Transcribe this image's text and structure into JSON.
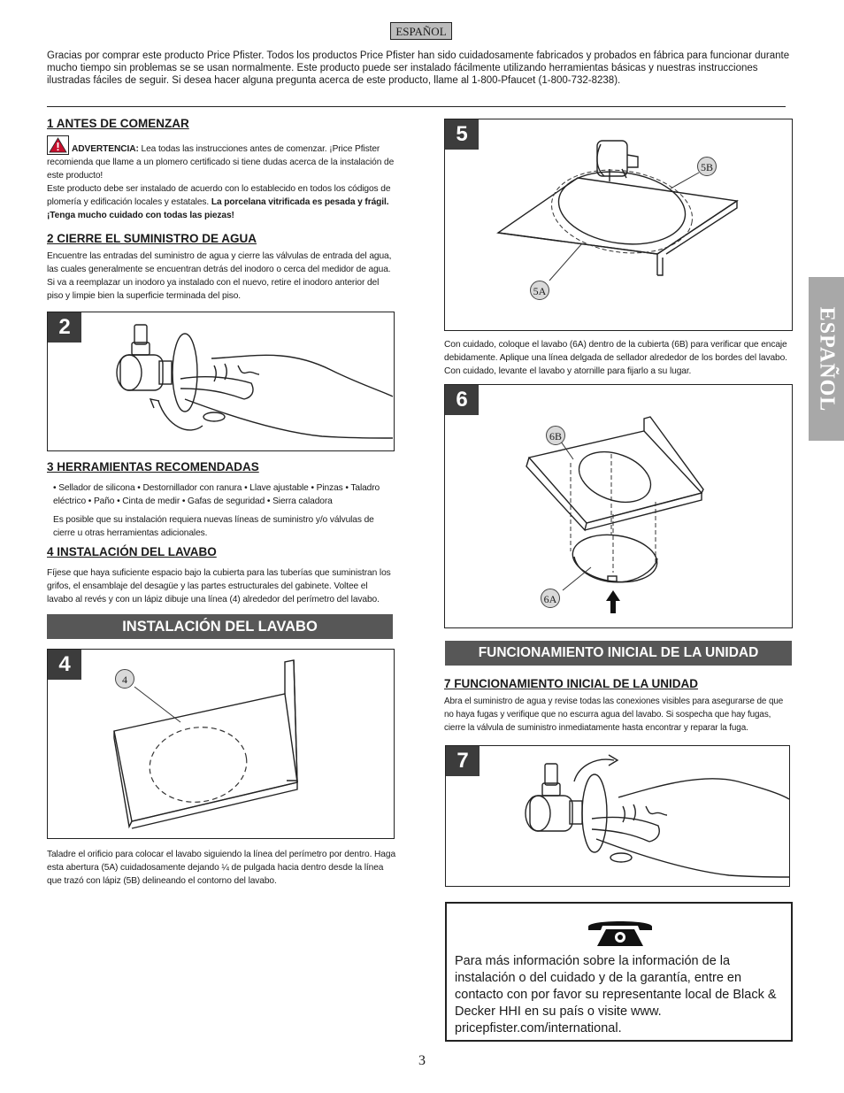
{
  "header": {
    "lang_tag": "ESPAÑOL",
    "intro": "Gracias por comprar este producto Price Pfister. Todos los productos Price Pfister han sido cuidadosamente fabricados y probados en fábrica para funcionar durante mucho tiempo sin problemas se se usan normalmente. Este producto puede ser instalado fácilmente utilizando herramientas básicas y nuestras instrucciones ilustradas fáciles de seguir. Si desea hacer alguna pregunta acerca de este producto, llame al 1-800-Pfaucet (1-800-732-8238)."
  },
  "side_tab": "ESPAÑOL",
  "s1": {
    "title": "1 ANTES DE COMENZAR",
    "warn_label": "ADVERTENCIA:",
    "warn_text": " Lea todas las instrucciones antes de comenzar. ¡Price Pfister recomienda que llame a un plomero certificado si tiene dudas acerca de la instalación de este producto!",
    "body": "Este producto debe ser instalado de acuerdo con lo establecido en todos los códigos de plomería y edificación locales y estatales. ",
    "bold": "La porcelana vitrificada es pesada y frágil. ¡Tenga mucho cuidado con todas las piezas!"
  },
  "s2": {
    "title": "2 CIERRE EL SUMINISTRO DE AGUA",
    "body": "Encuentre las entradas del suministro de agua y cierre las válvulas de entrada del agua, las cuales generalmente se encuentran detrás del inodoro o cerca del medidor de agua. Si va a reemplazar un inodoro ya instalado con el nuevo, retire el inodoro anterior del piso y limpie bien la superficie terminada del piso."
  },
  "s3": {
    "title": "3 HERRAMIENTAS RECOMENDADAS",
    "tools": "• Sellador de silicona • Destornillador con ranura • Llave ajustable • Pinzas • Taladro eléctrico • Paño • Cinta de medir • Gafas de seguridad • Sierra caladora",
    "note": "Es posible que su instalación requiera nuevas líneas de suministro y/o válvulas de cierre u otras herramientas adicionales."
  },
  "s4": {
    "title": "4 INSTALACIÓN DEL LAVABO",
    "body": "Fíjese que haya suficiente espacio bajo la cubierta para las tuberías que suministran los grifos, el ensamblaje del desagüe y las partes estructurales del gabinete. Voltee el lavabo al revés y con un lápiz dibuje una línea (4) alrededor del perímetro del lavabo."
  },
  "bar_left": "INSTALACIÓN DEL LAVABO",
  "bar_right": "FUNCIONAMIENTO INICIAL DE LA UNIDAD",
  "figs": {
    "f2": "2",
    "f4": "4",
    "f5": "5",
    "f6": "6",
    "f7": "7",
    "c4": "4",
    "c5a": "5A",
    "c5b": "5B",
    "c6a": "6A",
    "c6b": "6B"
  },
  "cap4": "Taladre el orificio para colocar el lavabo siguiendo la línea del perímetro por dentro. Haga esta abertura (5A) cuidadosamente dejando ¼ de pulgada hacia dentro desde la línea que trazó con lápiz (5B) delineando el contorno del lavabo.",
  "cap5": "Con cuidado, coloque el lavabo (6A) dentro de la cubierta (6B) para verificar que encaje debidamente. Aplique una línea delgada de sellador alrededor de los bordes del lavabo. Con cuidado, levante el lavabo y atornille para fijarlo a su lugar.",
  "s7": {
    "title": "7 FUNCIONAMIENTO INICIAL DE LA UNIDAD",
    "body": "Abra el suministro de agua y revise todas las conexiones visibles para asegurarse de que no haya fugas y verifique que no escurra agua del lavabo. Si sospecha que hay fugas, cierre la válvula de suministro inmediatamente hasta encontrar y reparar la fuga."
  },
  "contact": "Para más información sobre la información de la instalación o del cuidado y de la garantía, entre en contacto con por favor su representante local de Black & Decker HHI en su país o visite www. pricepfister.com/international.",
  "page_number": "3"
}
